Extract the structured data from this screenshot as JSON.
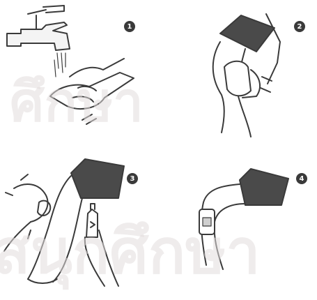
{
  "steps": [
    {
      "number": "1"
    },
    {
      "number": "2"
    },
    {
      "number": "3"
    },
    {
      "number": "4"
    }
  ],
  "watermark": {
    "top": "ศึกษา",
    "bottom": "สนุกศึกษา"
  },
  "colors": {
    "ink": "#3a3a3a",
    "sleeve": "#4a4a4a",
    "watermark": "#e1dcdc"
  },
  "icons": [
    "faucet-icon",
    "hands-washing-icon",
    "sleeve-icon",
    "bottle-icon",
    "adhesive-bandage-icon"
  ]
}
